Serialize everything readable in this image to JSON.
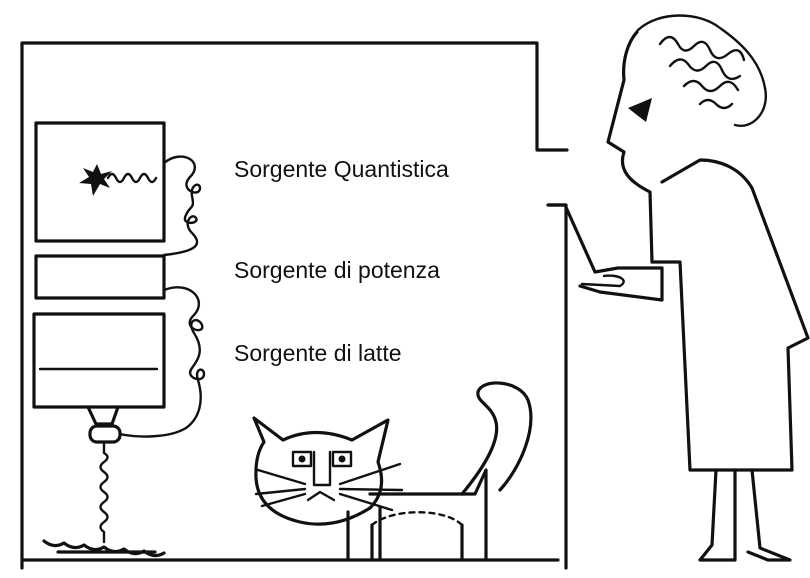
{
  "labels": {
    "quantum_source": "Sorgente Quantistica",
    "power_source": "Sorgente di potenza",
    "milk_source": "Sorgente di latte"
  },
  "icons": {
    "source": "starburst-icon",
    "wave": "wavy-line-icon"
  },
  "colors": {
    "ink": "#111111",
    "paper": "#ffffff"
  }
}
